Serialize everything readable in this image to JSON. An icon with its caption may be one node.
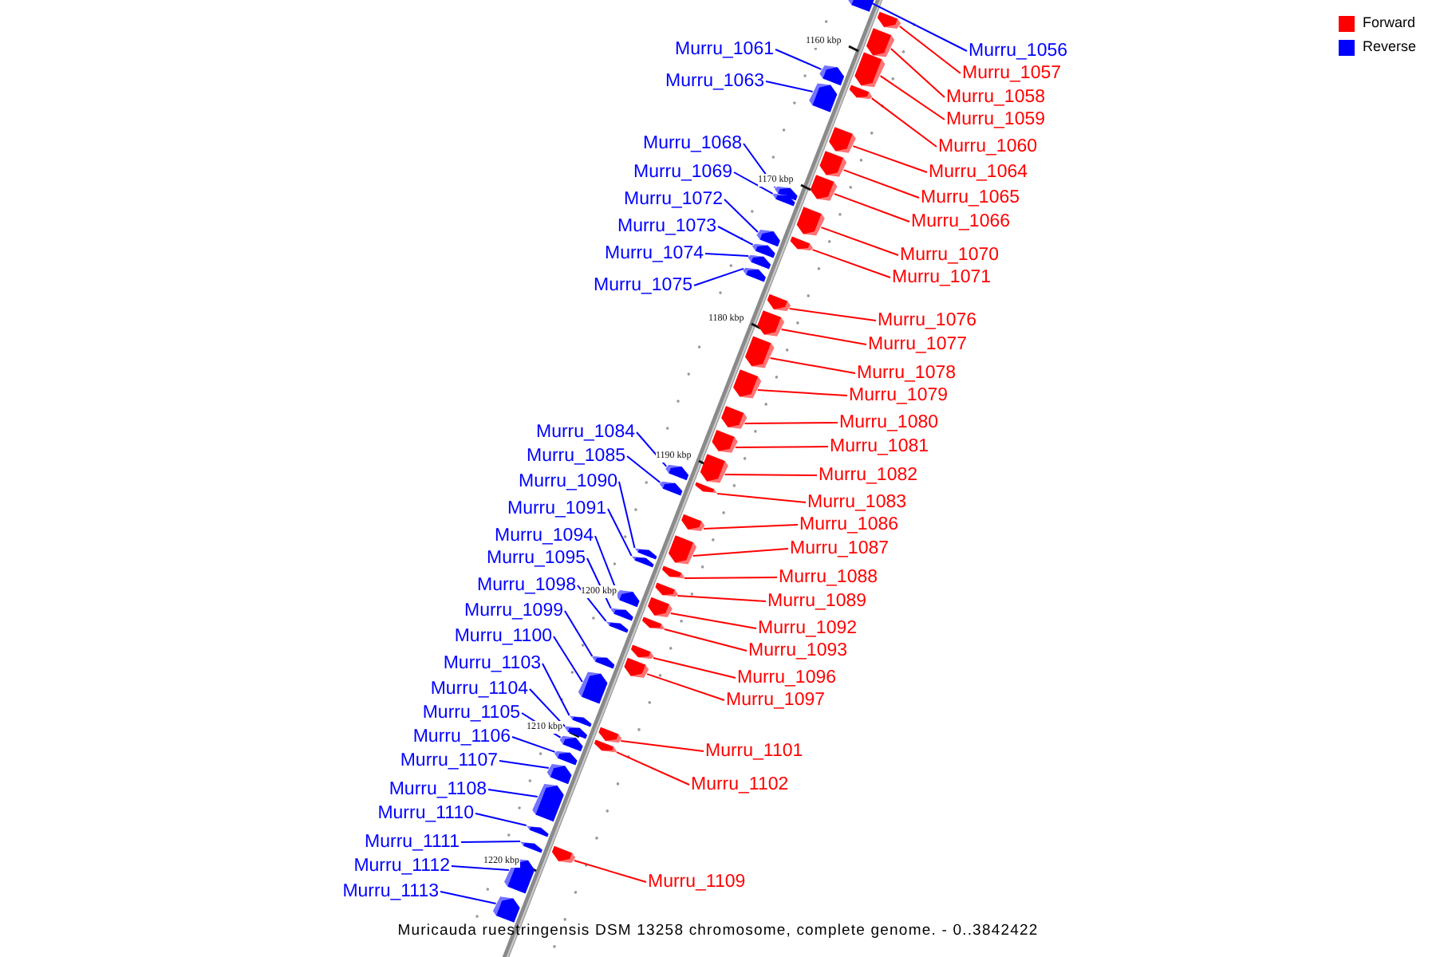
{
  "diagram": {
    "caption": "Muricauda ruestringensis DSM 13258 chromosome, complete genome. - 0..3842422",
    "nodes": [
      {
        "text": [
          "Murru_1061"
        ]
      },
      {
        "text": [
          "Murru_1056"
        ]
      },
      {
        "text": [
          "Murru_1057"
        ]
      },
      {
        "text": [
          "Murru_1063"
        ]
      },
      {
        "text": [
          "Murru_1058"
        ]
      },
      {
        "text": [
          "Murru_1059"
        ]
      },
      {
        "text": [
          "Murru_1068"
        ]
      },
      {
        "text": [
          "Murru_1060"
        ]
      },
      {
        "text": [
          "Murru_1064"
        ]
      },
      {
        "text": [
          "Murru_1069"
        ]
      },
      {
        "text": [
          "Murru_1065"
        ]
      },
      {
        "text": [
          "Murru_1072"
        ]
      },
      {
        "text": [
          "Murru_1066"
        ]
      },
      {
        "text": [
          "Murru_1073"
        ]
      },
      {
        "text": [
          "Murru_1074"
        ]
      },
      {
        "text": [
          "Murru_1070"
        ]
      },
      {
        "text": [
          "Murru_1071"
        ]
      },
      {
        "text": [
          "Murru_1075"
        ]
      },
      {
        "text": [
          "Murru_1076"
        ]
      },
      {
        "text": [
          "Murru_1077"
        ]
      },
      {
        "text": [
          "Murru_1078"
        ]
      },
      {
        "text": [
          "Murru_1079"
        ]
      },
      {
        "text": [
          "Murru_1080"
        ]
      },
      {
        "text": [
          "Murru_1084"
        ]
      },
      {
        "text": [
          "Murru_1081"
        ]
      },
      {
        "text": [
          "Murru_1085"
        ]
      },
      {
        "text": [
          "Murru_1082"
        ]
      },
      {
        "text": [
          "Murru_1090"
        ]
      },
      {
        "text": [
          "Murru_1083"
        ]
      },
      {
        "text": [
          "Murru_1091"
        ]
      },
      {
        "text": [
          "Murru_1086"
        ]
      },
      {
        "text": [
          "Murru_1094"
        ]
      },
      {
        "text": [
          "Murru_1087"
        ]
      },
      {
        "text": [
          "Murru_1095"
        ]
      },
      {
        "text": [
          "Murru_1088"
        ]
      },
      {
        "text": [
          "Murru_1098"
        ]
      },
      {
        "text": [
          "Murru_1089"
        ]
      },
      {
        "text": [
          "Murru_1099"
        ]
      },
      {
        "text": [
          "Murru_1092"
        ]
      },
      {
        "text": [
          "Murru_1100"
        ]
      },
      {
        "text": [
          "Murru_1093"
        ]
      },
      {
        "text": [
          "Murru_1103"
        ]
      },
      {
        "text": [
          "Murru_1096"
        ]
      },
      {
        "text": [
          "Murru_1104"
        ]
      },
      {
        "text": [
          "Murru_1097"
        ]
      },
      {
        "text": [
          "Murru_1105"
        ]
      },
      {
        "text": [
          "Murru_1106"
        ]
      },
      {
        "text": [
          "Murru_1101"
        ]
      },
      {
        "text": [
          "Murru_1107"
        ]
      },
      {
        "text": [
          "Murru_1102"
        ]
      },
      {
        "text": [
          "Murru_1108"
        ]
      },
      {
        "text": [
          "Murru_1110"
        ]
      },
      {
        "text": [
          "Murru_1111"
        ]
      },
      {
        "text": [
          "Murru_1112"
        ]
      },
      {
        "text": [
          "Murru_1109"
        ]
      },
      {
        "text": [
          "Murru_1113"
        ]
      },
      {
        "text": [],
        "shape": "box"
      },
      {
        "text": [],
        "shape": "box"
      },
      {
        "text": [],
        "shape": "box"
      },
      {
        "text": [],
        "shape": "box"
      },
      {
        "text": [],
        "shape": "box"
      },
      {
        "text": [],
        "shape": "box"
      },
      {
        "text": [],
        "shape": "box"
      },
      {
        "text": [],
        "shape": "box"
      },
      {
        "text": [],
        "shape": "box"
      },
      {
        "text": [],
        "shape": "box"
      },
      {
        "text": [],
        "shape": "box"
      },
      {
        "text": [],
        "shape": "box"
      },
      {
        "text": [],
        "shape": "box"
      },
      {
        "text": [],
        "shape": "box"
      },
      {
        "text": [],
        "shape": "box"
      },
      {
        "text": [],
        "shape": "box"
      },
      {
        "text": [],
        "shape": "box"
      },
      {
        "text": [],
        "shape": "box"
      },
      {
        "text": [],
        "shape": "box"
      },
      {
        "text": [],
        "shape": "box"
      },
      {
        "text": [],
        "shape": "box"
      },
      {
        "text": [],
        "shape": "box"
      },
      {
        "text": [],
        "shape": "box"
      },
      {
        "text": [],
        "shape": "box"
      },
      {
        "text": [],
        "shape": "box"
      },
      {
        "text": [],
        "shape": "box"
      },
      {
        "text": [],
        "shape": "box"
      },
      {
        "text": [],
        "shape": "box"
      },
      {
        "text": [],
        "shape": "box"
      },
      {
        "text": [],
        "shape": "box"
      },
      {
        "text": [],
        "shape": "box"
      },
      {
        "text": [],
        "shape": "box"
      },
      {
        "text": [],
        "shape": "box"
      },
      {
        "text": [],
        "shape": "box"
      },
      {
        "text": [],
        "shape": "box"
      },
      {
        "text": [],
        "shape": "box"
      },
      {
        "text": [],
        "shape": "box"
      },
      {
        "text": [],
        "shape": "box"
      },
      {
        "text": [],
        "shape": "box"
      },
      {
        "text": [],
        "shape": "box"
      },
      {
        "text": [],
        "shape": "box"
      },
      {
        "text": [],
        "shape": "box"
      },
      {
        "text": [],
        "shape": "box"
      },
      {
        "text": [],
        "shape": "box"
      },
      {
        "text": [],
        "shape": "box"
      },
      {
        "text": [],
        "shape": "box"
      },
      {
        "text": [],
        "shape": "box"
      },
      {
        "text": [],
        "shape": "box"
      },
      {
        "text": [],
        "shape": "box"
      },
      {
        "text": [],
        "shape": "box"
      },
      {
        "text": [],
        "shape": "box"
      },
      {
        "text": [],
        "shape": "box"
      },
      {
        "text": [],
        "shape": "box"
      },
      {
        "text": [],
        "shape": "box"
      },
      {
        "text": [],
        "shape": "box"
      },
      {
        "text": [],
        "shape": "box"
      }
    ],
    "edges": [
      {
        "from": 0,
        "to": 56,
        "arrow": "none",
        "color": "#0000ff"
      },
      {
        "from": 1,
        "to": 57,
        "arrow": "none",
        "color": "#0000ff"
      },
      {
        "from": 2,
        "to": 58,
        "arrow": "none",
        "color": "#ff0000"
      },
      {
        "from": 3,
        "to": 59,
        "arrow": "none",
        "color": "#0000ff"
      },
      {
        "from": 4,
        "to": 60,
        "arrow": "none",
        "color": "#ff0000"
      },
      {
        "from": 5,
        "to": 61,
        "arrow": "none",
        "color": "#ff0000"
      },
      {
        "from": 6,
        "to": 62,
        "arrow": "none",
        "color": "#0000ff"
      },
      {
        "from": 7,
        "to": 63,
        "arrow": "none",
        "color": "#ff0000"
      },
      {
        "from": 8,
        "to": 64,
        "arrow": "none",
        "color": "#ff0000"
      },
      {
        "from": 9,
        "to": 65,
        "arrow": "none",
        "color": "#0000ff"
      },
      {
        "from": 10,
        "to": 66,
        "arrow": "none",
        "color": "#ff0000"
      },
      {
        "from": 11,
        "to": 67,
        "arrow": "none",
        "color": "#0000ff"
      },
      {
        "from": 12,
        "to": 68,
        "arrow": "none",
        "color": "#ff0000"
      },
      {
        "from": 13,
        "to": 69,
        "arrow": "none",
        "color": "#0000ff"
      },
      {
        "from": 14,
        "to": 70,
        "arrow": "none",
        "color": "#0000ff"
      },
      {
        "from": 15,
        "to": 71,
        "arrow": "none",
        "color": "#ff0000"
      },
      {
        "from": 16,
        "to": 72,
        "arrow": "none",
        "color": "#ff0000"
      },
      {
        "from": 17,
        "to": 73,
        "arrow": "none",
        "color": "#0000ff"
      },
      {
        "from": 18,
        "to": 74,
        "arrow": "none",
        "color": "#ff0000"
      },
      {
        "from": 19,
        "to": 75,
        "arrow": "none",
        "color": "#ff0000"
      },
      {
        "from": 20,
        "to": 76,
        "arrow": "none",
        "color": "#ff0000"
      },
      {
        "from": 21,
        "to": 77,
        "arrow": "none",
        "color": "#ff0000"
      },
      {
        "from": 22,
        "to": 78,
        "arrow": "none",
        "color": "#ff0000"
      },
      {
        "from": 23,
        "to": 79,
        "arrow": "none",
        "color": "#0000ff"
      },
      {
        "from": 24,
        "to": 80,
        "arrow": "none",
        "color": "#ff0000"
      },
      {
        "from": 25,
        "to": 81,
        "arrow": "none",
        "color": "#0000ff"
      },
      {
        "from": 26,
        "to": 82,
        "arrow": "none",
        "color": "#ff0000"
      },
      {
        "from": 27,
        "to": 83,
        "arrow": "none",
        "color": "#0000ff"
      },
      {
        "from": 28,
        "to": 84,
        "arrow": "none",
        "color": "#ff0000"
      },
      {
        "from": 29,
        "to": 85,
        "arrow": "none",
        "color": "#0000ff"
      },
      {
        "from": 30,
        "to": 86,
        "arrow": "none",
        "color": "#ff0000"
      },
      {
        "from": 31,
        "to": 87,
        "arrow": "none",
        "color": "#0000ff"
      },
      {
        "from": 32,
        "to": 88,
        "arrow": "none",
        "color": "#ff0000"
      },
      {
        "from": 33,
        "to": 89,
        "arrow": "none",
        "color": "#0000ff"
      },
      {
        "from": 34,
        "to": 90,
        "arrow": "none",
        "color": "#ff0000"
      },
      {
        "from": 35,
        "to": 91,
        "arrow": "none",
        "color": "#0000ff"
      },
      {
        "from": 36,
        "to": 92,
        "arrow": "none",
        "color": "#ff0000"
      },
      {
        "from": 37,
        "to": 93,
        "arrow": "none",
        "color": "#0000ff"
      },
      {
        "from": 38,
        "to": 94,
        "arrow": "none",
        "color": "#ff0000"
      },
      {
        "from": 39,
        "to": 95,
        "arrow": "none",
        "color": "#0000ff"
      },
      {
        "from": 40,
        "to": 96,
        "arrow": "none",
        "color": "#ff0000"
      },
      {
        "from": 41,
        "to": 97,
        "arrow": "none",
        "color": "#0000ff"
      },
      {
        "from": 42,
        "to": 98,
        "arrow": "none",
        "color": "#ff0000"
      },
      {
        "from": 43,
        "to": 99,
        "arrow": "none",
        "color": "#0000ff"
      },
      {
        "from": 44,
        "to": 100,
        "arrow": "none",
        "color": "#ff0000"
      },
      {
        "from": 45,
        "to": 101,
        "arrow": "none",
        "color": "#0000ff"
      },
      {
        "from": 46,
        "to": 102,
        "arrow": "none",
        "color": "#0000ff"
      },
      {
        "from": 47,
        "to": 103,
        "arrow": "none",
        "color": "#ff0000"
      },
      {
        "from": 48,
        "to": 104,
        "arrow": "none",
        "color": "#0000ff"
      },
      {
        "from": 49,
        "to": 105,
        "arrow": "none",
        "color": "#ff0000"
      },
      {
        "from": 50,
        "to": 106,
        "arrow": "none",
        "color": "#0000ff"
      },
      {
        "from": 51,
        "to": 107,
        "arrow": "none",
        "color": "#0000ff"
      },
      {
        "from": 52,
        "to": 108,
        "arrow": "none",
        "color": "#0000ff"
      },
      {
        "from": 53,
        "to": 109,
        "arrow": "none",
        "color": "#0000ff"
      },
      {
        "from": 54,
        "to": 110,
        "arrow": "none",
        "color": "#ff0000"
      },
      {
        "from": 55,
        "to": 111,
        "arrow": "none",
        "color": "#0000ff"
      }
    ],
    "labels": [
      "1160 kbp",
      "1170 kbp",
      "1180 kbp",
      "1190 kbp",
      "1200 kbp",
      "1210 kbp",
      "1220 kbp"
    ],
    "legend": [
      {
        "text": "Forward",
        "color": "#ff0000"
      },
      {
        "text": "Reverse",
        "color": "#0000ff"
      }
    ]
  }
}
